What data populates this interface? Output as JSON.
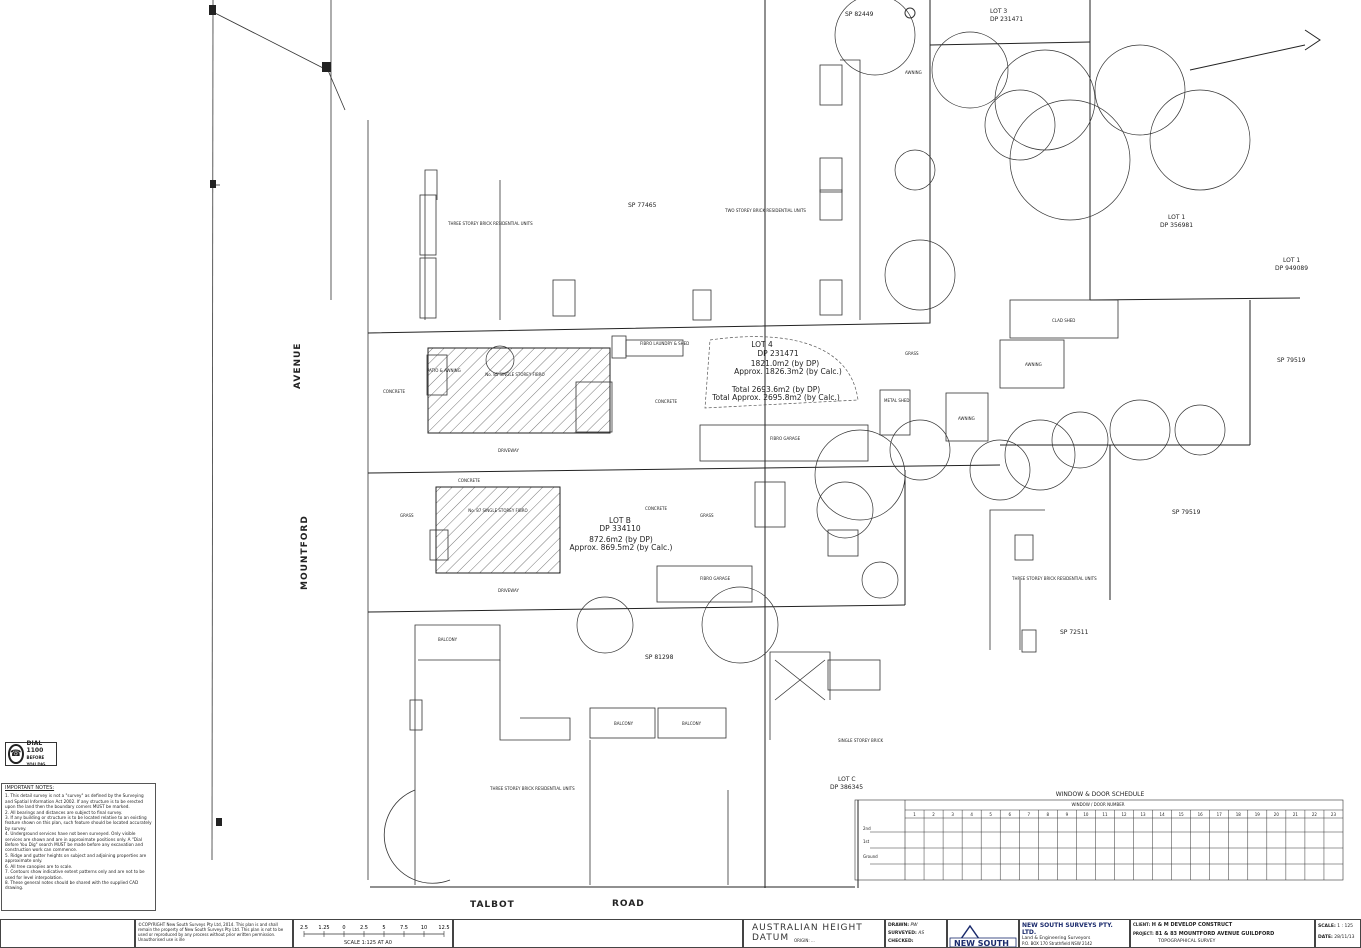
{
  "roads": {
    "avenue": "AVENUE",
    "mountford": "MOUNTFORD",
    "talbot": "TALBOT",
    "road": "ROAD"
  },
  "lots": [
    {
      "name": "LOT 4",
      "dp": "DP 231471",
      "area_dp": "1821.0m2 (by DP)",
      "area_calc": "Approx. 1826.3m2 (by Calc.)",
      "total_dp": "Total 2693.6m2 (by DP)",
      "total_calc": "Total Approx. 2695.8m2 (by Calc.)"
    },
    {
      "name": "LOT B",
      "dp": "DP 334110",
      "area_dp": "872.6m2 (by DP)",
      "area_calc": "Approx. 869.5m2 (by Calc.)"
    },
    {
      "name": "LOT 3",
      "dp": "DP 231471"
    },
    {
      "name": "LOT 1",
      "dp": "DP 356981"
    },
    {
      "name": "LOT 1",
      "dp": "DP 949089"
    },
    {
      "name": "LOT C",
      "dp": "DP 386345"
    }
  ],
  "strata": [
    "SP 82449",
    "SP 77465",
    "SP 79519",
    "SP 79519",
    "SP 72511",
    "SP 81298"
  ],
  "buildings": {
    "no85": "No. 85\nSINGLE STOREY FIBRO",
    "no87": "No. 87\nSINGLE STOREY FIBRO",
    "three_storey": "THREE STOREY BRICK RESIDENTIAL UNITS",
    "two_storey": "TWO STOREY BRICK RESIDENTIAL UNITS",
    "fibro_garage": "FIBRO GARAGE",
    "fibro_laundry": "FIBRO LAUNDRY & SHED",
    "metal_shed": "METAL SHED",
    "clad_shed": "CLAD SHED",
    "single_storey_brick": "SINGLE STOREY BRICK",
    "patio": "PATIO & AWNING"
  },
  "surface_labels": {
    "concrete": "CONCRETE",
    "driveway": "DRIVEWAY",
    "grass": "GRASS",
    "awning": "AWNING",
    "balcony": "BALCONY"
  },
  "dial": {
    "line1": "DIAL 1100",
    "line2": "BEFORE YOU DIG"
  },
  "notes": {
    "title": "IMPORTANT NOTES:",
    "items": [
      "1. This detail survey is not a \"survey\" as defined by the Surveying and Spatial Information Act 2002. If any structure is to be erected upon the land then the boundary corners MUST be marked.",
      "2. All bearings and distances are subject to final survey.",
      "3. If any building or structure is to be located relative to an existing feature shown on this plan, such feature should be located accurately by survey.",
      "4. Underground services have not been surveyed. Only visible services are shown and are in approximate positions only. A \"Dial Before You Dig\" search MUST be made before any excavation and construction work can commence.",
      "5. Ridge and gutter heights on subject and adjoining properties are approximate only.",
      "6. All tree canopies are to scale.",
      "7. Contours show indicative extent patterns only and are not to be used for level interpolation.",
      "8. These general notes should be shared with the supplied CAD drawing."
    ]
  },
  "schedule": {
    "title": "WINDOW & DOOR SCHEDULE",
    "subtitle": "WINDOW / DOOR NUMBER",
    "columns": [
      "1",
      "2",
      "3",
      "4",
      "5",
      "6",
      "7",
      "8",
      "9",
      "10",
      "11",
      "12",
      "13",
      "14",
      "15",
      "16",
      "17",
      "18",
      "19",
      "20",
      "21",
      "22",
      "23"
    ],
    "rows": [
      "2nd",
      "1st",
      "Ground"
    ]
  },
  "title_block": {
    "copyright": "©COPYRIGHT New South Surveys Pty Ltd, 2014. This plan is and shall remain the property of New South Surveys Pty Ltd. This plan is not to be used or reproduced by any process without prior written permission. Unauthorised use is ille",
    "scale_ticks": [
      "2.5",
      "1.25",
      "0",
      "2.5",
      "5",
      "7.5",
      "10",
      "12.5"
    ],
    "scale_text": "SCALE 1:125 AT A0",
    "datum": "AUSTRALIAN HEIGHT DATUM",
    "origin": "ORIGIN: ...",
    "drawn_label": "DRAWN:",
    "drawn": "PW",
    "surveyed_label": "SURVEYED:",
    "surveyed": "AS",
    "checked_label": "CHECKED:",
    "company": "NEW SOUTH SURVEYS PTY. LTD.",
    "company_sub": "Land & Engineering Surveyors",
    "company_addr": "P.O. BOX 170 Strathfield NSW 2142",
    "logo": "NEW SOUTH",
    "client_label": "CLIENT:",
    "client": "H & M DEVELOP CONSTRUCT",
    "project_label": "PROJECT:",
    "project": "81 & 83 MOUNTFORD AVENUE GUILDFORD",
    "drawing_title": "TOPOGRAPHICAL SURVEY",
    "scale_label": "SCALE:",
    "scale": "1 : 125",
    "date_label": "DATE:",
    "date": "28/11/13"
  }
}
